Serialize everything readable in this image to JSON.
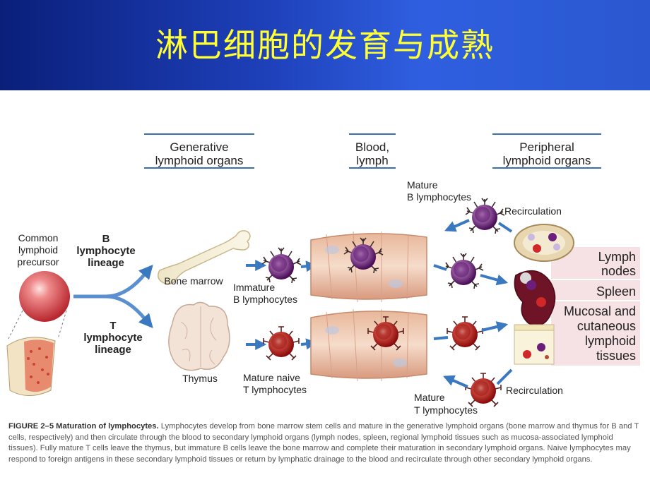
{
  "slide": {
    "title": "淋巴细胞的发育与成熟"
  },
  "diagram": {
    "headers": {
      "generative": [
        "Generative",
        "lymphoid organs"
      ],
      "blood": [
        "Blood,",
        "lymph"
      ],
      "peripheral": [
        "Peripheral",
        "lymphoid organs"
      ]
    },
    "labels": {
      "clp": [
        "Common",
        "lymphoid",
        "precursor"
      ],
      "b_lineage": [
        "B",
        "lymphocyte",
        "lineage"
      ],
      "t_lineage": [
        "T",
        "lymphocyte",
        "lineage"
      ],
      "bone_marrow": "Bone marrow",
      "thymus": "Thymus",
      "immature_b": [
        "Immature",
        "B lymphocytes"
      ],
      "mature_naive_t": [
        "Mature naive",
        "T lymphocytes"
      ],
      "mature_b": [
        "Mature",
        "B lymphocytes"
      ],
      "mature_t": [
        "Mature",
        "T lymphocytes"
      ],
      "recirculation_top": "Recirculation",
      "recirculation_bottom": "Recirculation",
      "lymph_nodes": [
        "Lymph",
        "nodes"
      ],
      "spleen": "Spleen",
      "mucosal": [
        "Mucosal and",
        "cutaneous",
        "lymphoid",
        "tissues"
      ]
    },
    "colors": {
      "b_cell": "#6b1f7a",
      "t_cell": "#c42323",
      "arrow": "#3a78c0",
      "organ_panel": "#f6e1e4"
    }
  },
  "caption": {
    "figure_label": "FIGURE 2–5 Maturation of lymphocytes.",
    "text": " Lymphocytes develop from bone marrow stem cells and mature in the generative lymphoid organs (bone marrow and thymus for B and T cells, respectively) and then circulate through the blood to secondary lymphoid organs (lymph nodes, spleen, regional lymphoid tissues such as mucosa-associated lymphoid tissues). Fully mature T cells leave the thymus, but immature B cells leave the bone marrow and complete their maturation in secondary lymphoid organs. Naive lymphocytes may respond to foreign antigens in these secondary lymphoid tissues or return by lymphatic drainage to the blood and recirculate through other secondary lymphoid organs."
  }
}
